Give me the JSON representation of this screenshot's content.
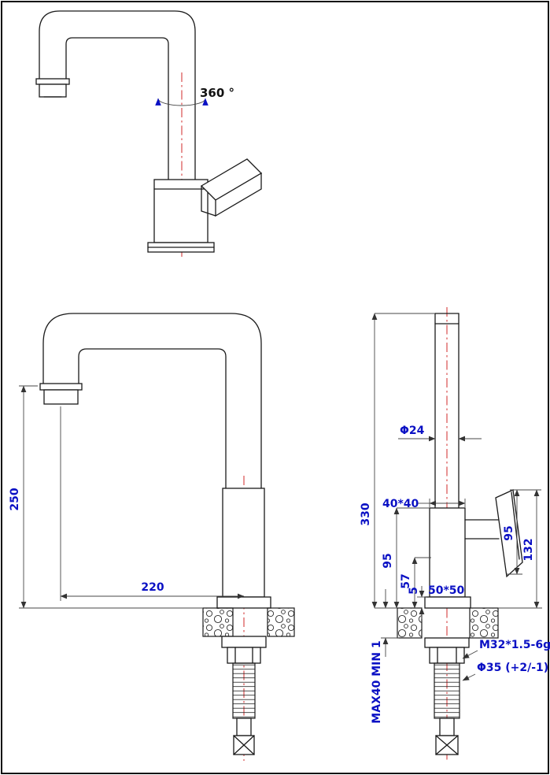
{
  "drawing": {
    "type": "faucet-technical-drawing",
    "colors": {
      "line": "#1a1a1a",
      "dimension_text": "#0a10c4",
      "centerline": "#cc1212",
      "background": "#ffffff"
    },
    "views": {
      "top": {
        "rotation_label": "360 °"
      },
      "front": {
        "spout_height": "250",
        "spout_reach": "220"
      },
      "side": {
        "total_height": "330",
        "spout_diameter": "Φ24",
        "body_section": "40*40",
        "body_height": "95",
        "dim_57": "57",
        "dim_5": "5",
        "base_section": "50*50",
        "handle_height": "95",
        "handle_overall": "132",
        "thread_spec": "M32*1.5-6g",
        "hole_diameter": "Φ35 (+2/-1)",
        "counter_thickness": "MAX40 MIN 1"
      }
    }
  }
}
